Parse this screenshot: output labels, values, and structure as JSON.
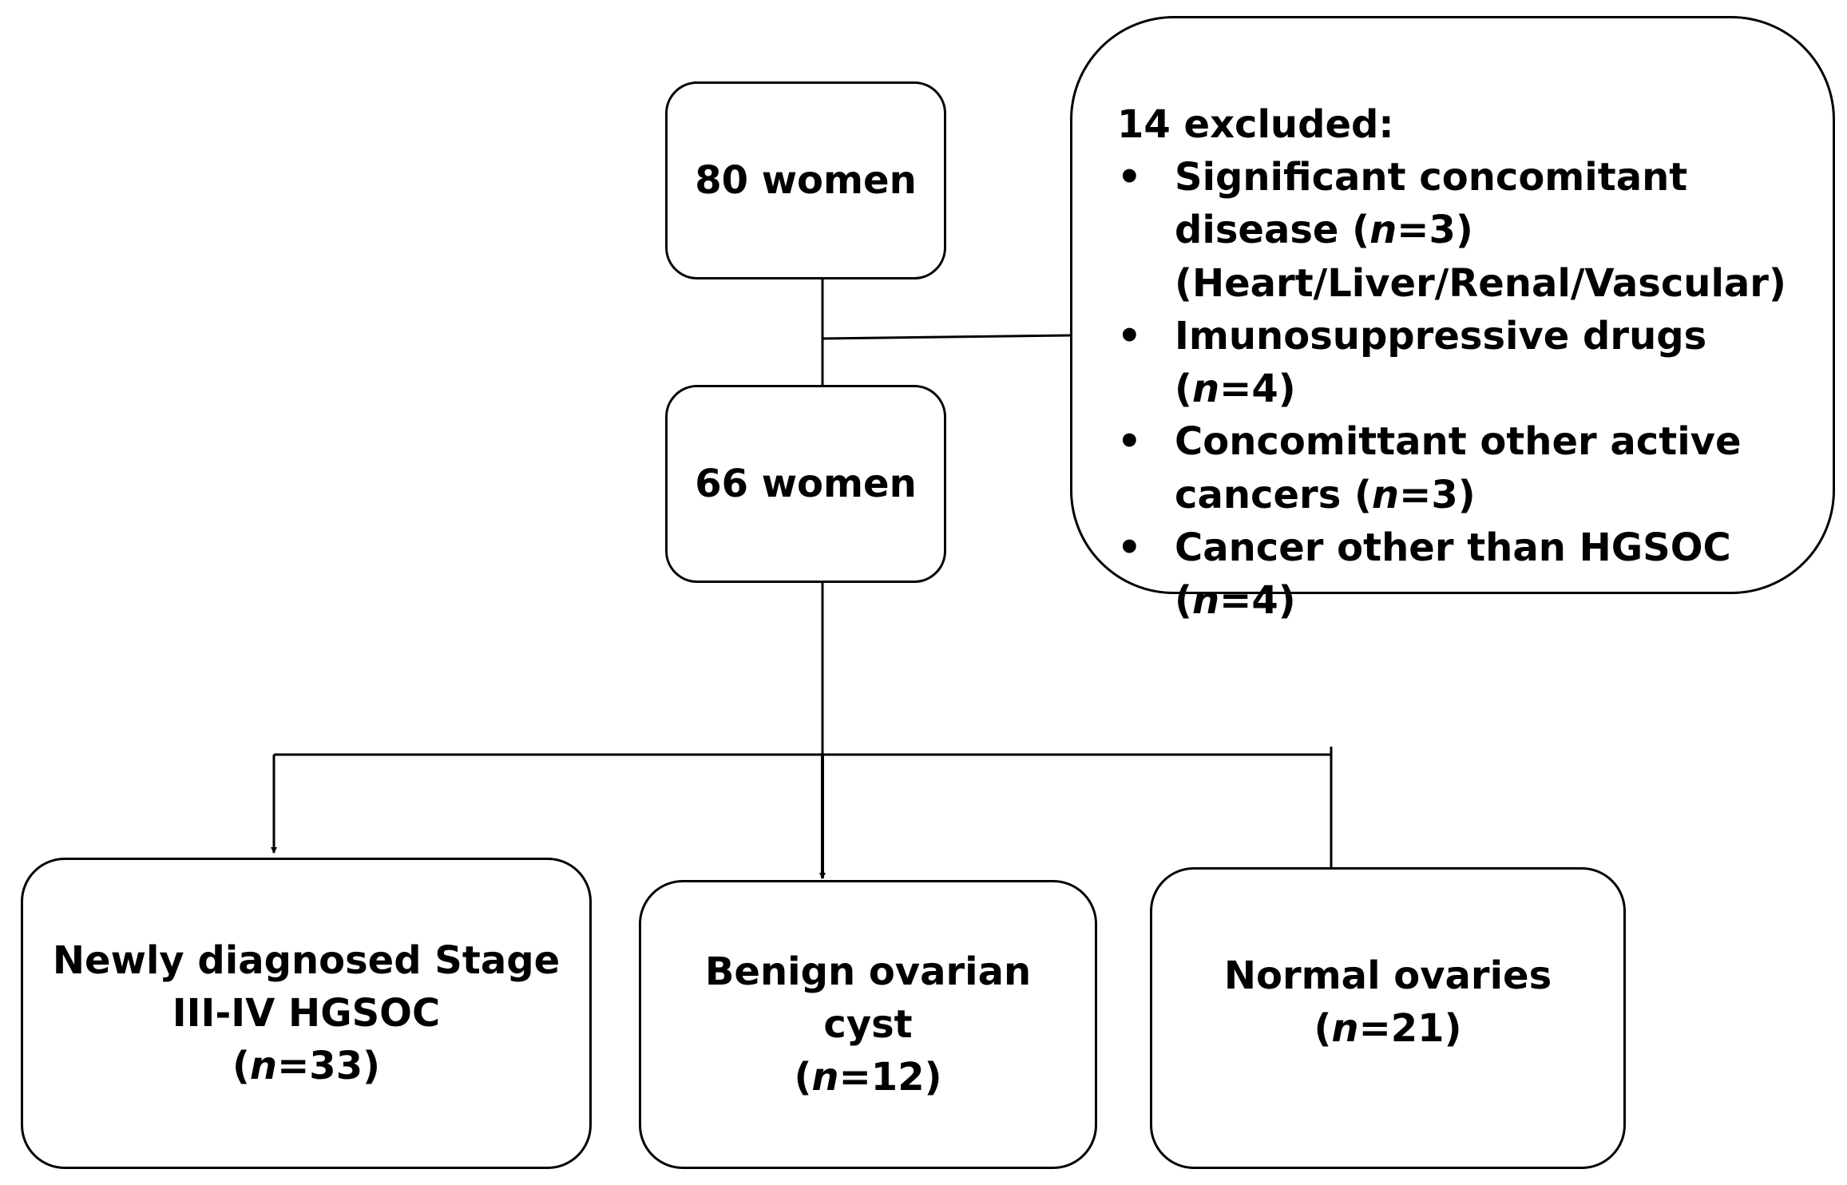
{
  "diagram": {
    "total": {
      "label": "80 women"
    },
    "included": {
      "label": "66 women"
    },
    "excluded": {
      "header": "14 excluded:",
      "items": [
        {
          "before": "Significant concomitant disease (",
          "n": "n",
          "after": "=3)",
          "note": "(Heart/Liver/Renal/Vascular)"
        },
        {
          "before": "Imunosuppressive drugs (",
          "n": "n",
          "after": "=4)"
        },
        {
          "before": "Concomittant other active cancers (",
          "n": "n",
          "after": "=3)"
        },
        {
          "before": "Cancer other than HGSOC (",
          "n": "n",
          "after": "=4)"
        }
      ]
    },
    "groups": [
      {
        "label": "Newly diagnosed Stage III-IV HGSOC",
        "count_open": "(",
        "n": "n",
        "count_close": "=33)"
      },
      {
        "label": "Benign ovarian cyst",
        "count_open": "(",
        "n": "n",
        "count_close": "=12)"
      },
      {
        "label": "Normal ovaries",
        "count_open": "(",
        "n": "n",
        "count_close": "=21)"
      }
    ]
  }
}
